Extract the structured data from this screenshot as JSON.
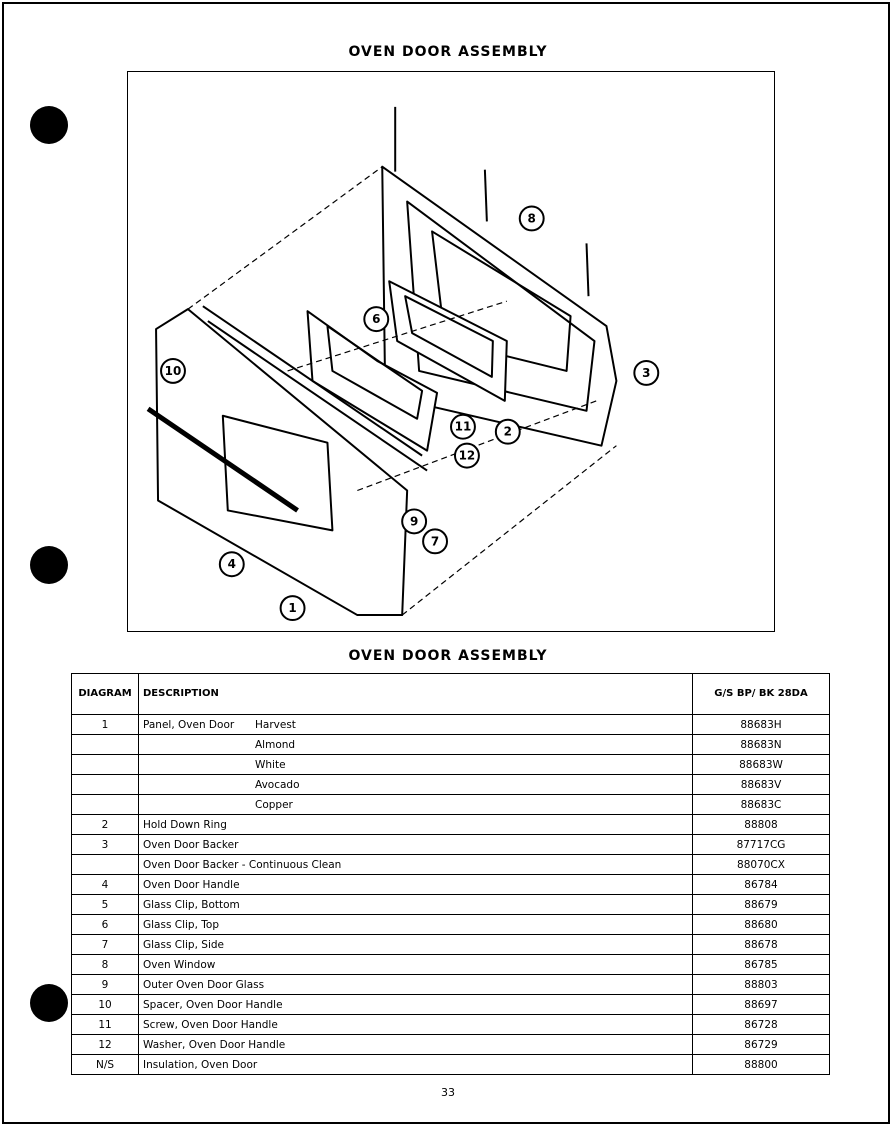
{
  "titles": {
    "top": "OVEN DOOR ASSEMBLY",
    "table": "OVEN DOOR ASSEMBLY"
  },
  "diagram_callouts": [
    "1",
    "2",
    "3",
    "4",
    "6",
    "8",
    "9",
    "10",
    "11",
    "12",
    "7"
  ],
  "table": {
    "headers": {
      "diagram": "DIAGRAM",
      "description": "DESCRIPTION",
      "part": "G/S BP/ BK 28DA"
    },
    "rows": [
      {
        "diagram": "1",
        "description": "Panel, Oven Door",
        "color": "Harvest",
        "part": "88683H"
      },
      {
        "diagram": "",
        "description": "",
        "color": "Almond",
        "part": "88683N"
      },
      {
        "diagram": "",
        "description": "",
        "color": "White",
        "part": "88683W"
      },
      {
        "diagram": "",
        "description": "",
        "color": "Avocado",
        "part": "88683V"
      },
      {
        "diagram": "",
        "description": "",
        "color": "Copper",
        "part": "88683C"
      },
      {
        "diagram": "2",
        "description": "Hold Down Ring",
        "color": "",
        "part": "88808"
      },
      {
        "diagram": "3",
        "description": "Oven Door Backer",
        "color": "",
        "part": "87717CG"
      },
      {
        "diagram": "",
        "description": "Oven Door Backer - Continuous Clean",
        "color": "",
        "part": "88070CX"
      },
      {
        "diagram": "4",
        "description": "Oven Door Handle",
        "color": "",
        "part": "86784"
      },
      {
        "diagram": "5",
        "description": "Glass Clip, Bottom",
        "color": "",
        "part": "88679"
      },
      {
        "diagram": "6",
        "description": "Glass Clip, Top",
        "color": "",
        "part": "88680"
      },
      {
        "diagram": "7",
        "description": "Glass Clip, Side",
        "color": "",
        "part": "88678"
      },
      {
        "diagram": "8",
        "description": "Oven Window",
        "color": "",
        "part": "86785"
      },
      {
        "diagram": "9",
        "description": "Outer Oven Door Glass",
        "color": "",
        "part": "88803"
      },
      {
        "diagram": "10",
        "description": "Spacer, Oven Door Handle",
        "color": "",
        "part": "88697"
      },
      {
        "diagram": "11",
        "description": "Screw, Oven Door Handle",
        "color": "",
        "part": "86728"
      },
      {
        "diagram": "12",
        "description": "Washer, Oven Door Handle",
        "color": "",
        "part": "86729"
      },
      {
        "diagram": "N/S",
        "description": "Insulation, Oven Door",
        "color": "",
        "part": "88800"
      }
    ]
  },
  "page_number": "33"
}
